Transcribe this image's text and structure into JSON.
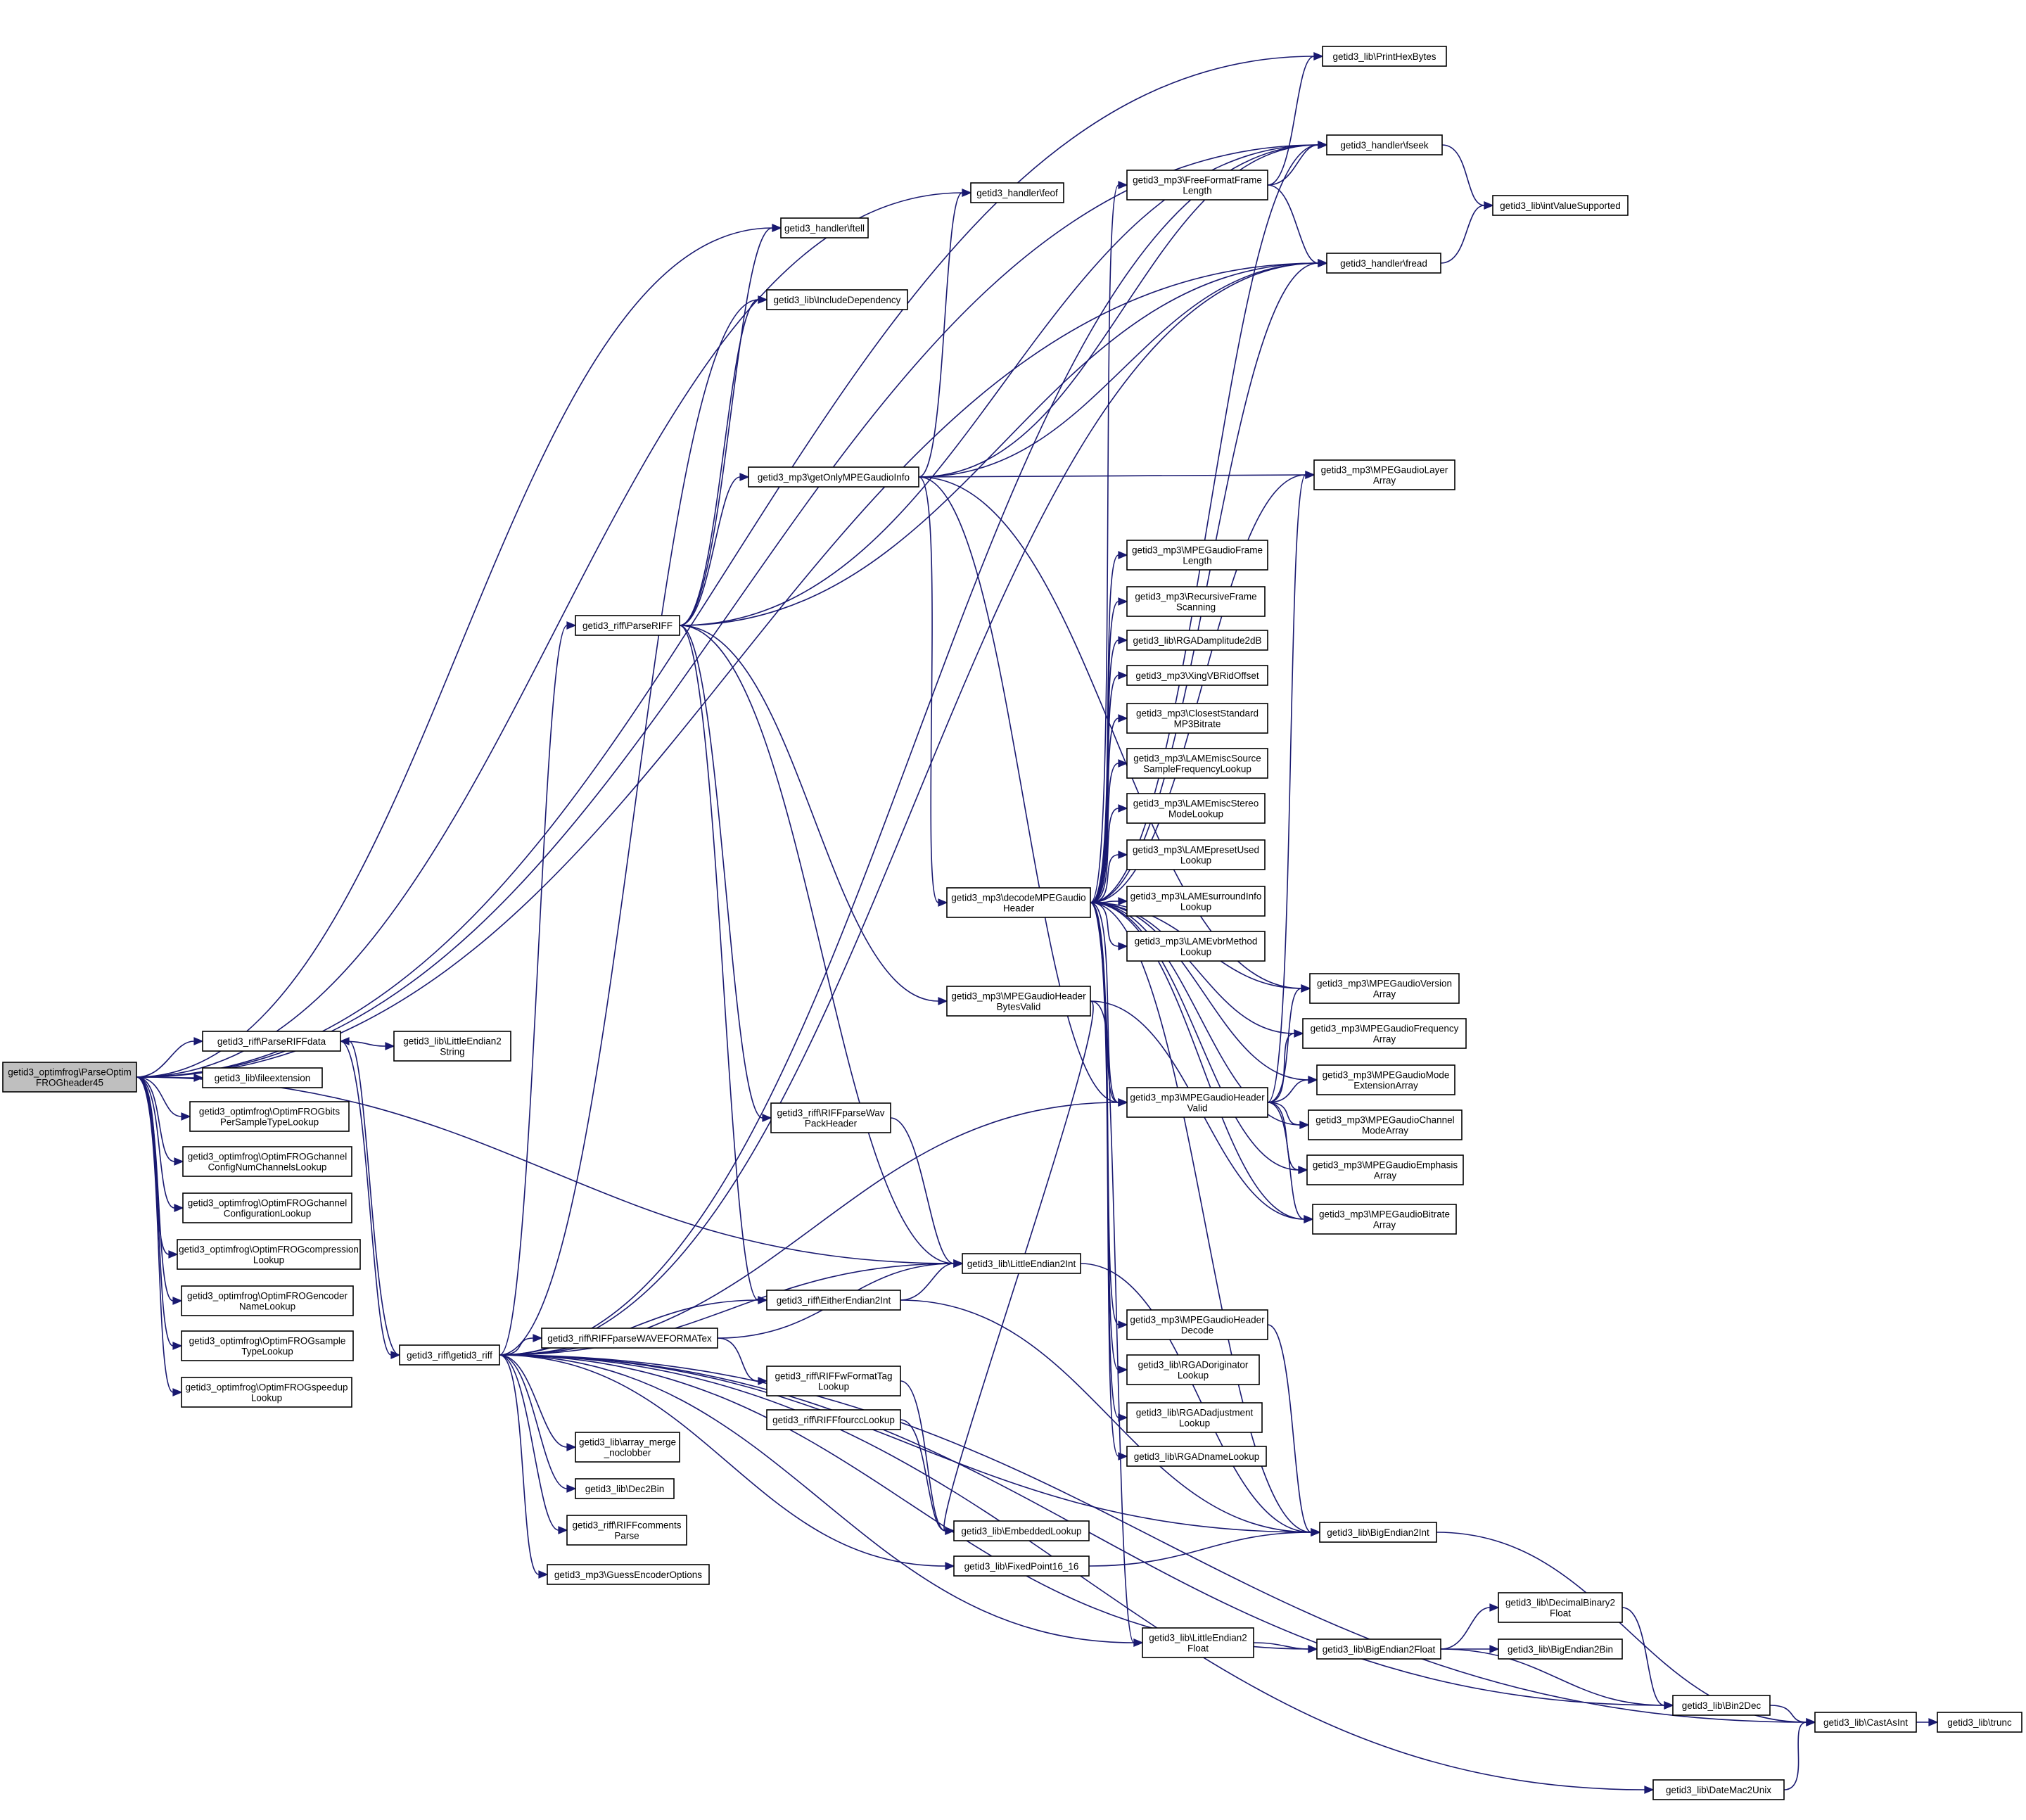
{
  "diagram": {
    "type": "call-graph",
    "nodes": [
      {
        "id": "n0",
        "lines": [
          "getid3_optimfrog\\ParseOptim",
          "FROGheader45"
        ],
        "root": true
      },
      {
        "id": "n1",
        "lines": [
          "getid3_riff\\ParseRIFFdata"
        ]
      },
      {
        "id": "n2",
        "lines": [
          "getid3_lib\\fileextension"
        ]
      },
      {
        "id": "n3",
        "lines": [
          "getid3_optimfrog\\OptimFROGbits",
          "PerSampleTypeLookup"
        ]
      },
      {
        "id": "n4",
        "lines": [
          "getid3_optimfrog\\OptimFROGchannel",
          "ConfigNumChannelsLookup"
        ]
      },
      {
        "id": "n5",
        "lines": [
          "getid3_optimfrog\\OptimFROGchannel",
          "ConfigurationLookup"
        ]
      },
      {
        "id": "n6",
        "lines": [
          "getid3_optimfrog\\OptimFROGcompression",
          "Lookup"
        ]
      },
      {
        "id": "n7",
        "lines": [
          "getid3_optimfrog\\OptimFROGencoder",
          "NameLookup"
        ]
      },
      {
        "id": "n8",
        "lines": [
          "getid3_optimfrog\\OptimFROGsample",
          "TypeLookup"
        ]
      },
      {
        "id": "n9",
        "lines": [
          "getid3_optimfrog\\OptimFROGspeedup",
          "Lookup"
        ]
      },
      {
        "id": "n10",
        "lines": [
          "getid3_lib\\LittleEndian2",
          "String"
        ]
      },
      {
        "id": "n11",
        "lines": [
          "getid3_riff\\getid3_riff"
        ]
      },
      {
        "id": "n12",
        "lines": [
          "getid3_riff\\ParseRIFF"
        ]
      },
      {
        "id": "n13",
        "lines": [
          "getid3_riff\\RIFFparseWAVEFORMATex"
        ]
      },
      {
        "id": "n14",
        "lines": [
          "getid3_lib\\array_merge",
          "_noclobber"
        ]
      },
      {
        "id": "n15",
        "lines": [
          "getid3_lib\\Dec2Bin"
        ]
      },
      {
        "id": "n16",
        "lines": [
          "getid3_riff\\RIFFcomments",
          "Parse"
        ]
      },
      {
        "id": "n17",
        "lines": [
          "getid3_mp3\\GuessEncoderOptions"
        ]
      },
      {
        "id": "n18",
        "lines": [
          "getid3_handler\\ftell"
        ]
      },
      {
        "id": "n19",
        "lines": [
          "getid3_lib\\IncludeDependency"
        ]
      },
      {
        "id": "n20",
        "lines": [
          "getid3_mp3\\getOnlyMPEGaudioInfo"
        ]
      },
      {
        "id": "n21",
        "lines": [
          "getid3_riff\\RIFFparseWav",
          "PackHeader"
        ]
      },
      {
        "id": "n22",
        "lines": [
          "getid3_riff\\EitherEndian2Int"
        ]
      },
      {
        "id": "n23",
        "lines": [
          "getid3_riff\\RIFFwFormatTag",
          "Lookup"
        ]
      },
      {
        "id": "n24",
        "lines": [
          "getid3_riff\\RIFFfourccLookup"
        ]
      },
      {
        "id": "n25",
        "lines": [
          "getid3_handler\\feof"
        ]
      },
      {
        "id": "n26",
        "lines": [
          "getid3_mp3\\decodeMPEGaudio",
          "Header"
        ]
      },
      {
        "id": "n27",
        "lines": [
          "getid3_mp3\\MPEGaudioHeader",
          "BytesValid"
        ]
      },
      {
        "id": "n28",
        "lines": [
          "getid3_lib\\LittleEndian2Int"
        ]
      },
      {
        "id": "n29",
        "lines": [
          "getid3_lib\\EmbeddedLookup"
        ]
      },
      {
        "id": "n30",
        "lines": [
          "getid3_lib\\FixedPoint16_16"
        ]
      },
      {
        "id": "n31",
        "lines": [
          "getid3_mp3\\FreeFormatFrame",
          "Length"
        ]
      },
      {
        "id": "n32",
        "lines": [
          "getid3_mp3\\MPEGaudioFrame",
          "Length"
        ]
      },
      {
        "id": "n33",
        "lines": [
          "getid3_mp3\\RecursiveFrame",
          "Scanning"
        ]
      },
      {
        "id": "n34",
        "lines": [
          "getid3_lib\\RGADamplitude2dB"
        ]
      },
      {
        "id": "n35",
        "lines": [
          "getid3_mp3\\XingVBRidOffset"
        ]
      },
      {
        "id": "n36",
        "lines": [
          "getid3_mp3\\ClosestStandard",
          "MP3Bitrate"
        ]
      },
      {
        "id": "n37",
        "lines": [
          "getid3_mp3\\LAMEmiscSource",
          "SampleFrequencyLookup"
        ]
      },
      {
        "id": "n38",
        "lines": [
          "getid3_mp3\\LAMEmiscStereo",
          "ModeLookup"
        ]
      },
      {
        "id": "n39",
        "lines": [
          "getid3_mp3\\LAMEpresetUsed",
          "Lookup"
        ]
      },
      {
        "id": "n40",
        "lines": [
          "getid3_mp3\\LAMEsurroundInfo",
          "Lookup"
        ]
      },
      {
        "id": "n41",
        "lines": [
          "getid3_mp3\\LAMEvbrMethod",
          "Lookup"
        ]
      },
      {
        "id": "n42",
        "lines": [
          "getid3_mp3\\MPEGaudioHeader",
          "Valid"
        ]
      },
      {
        "id": "n43",
        "lines": [
          "getid3_mp3\\MPEGaudioHeader",
          "Decode"
        ]
      },
      {
        "id": "n44",
        "lines": [
          "getid3_lib\\RGADoriginator",
          "Lookup"
        ]
      },
      {
        "id": "n45",
        "lines": [
          "getid3_lib\\RGADadjustment",
          "Lookup"
        ]
      },
      {
        "id": "n46",
        "lines": [
          "getid3_lib\\RGADnameLookup"
        ]
      },
      {
        "id": "n47",
        "lines": [
          "getid3_lib\\LittleEndian2",
          "Float"
        ]
      },
      {
        "id": "n48",
        "lines": [
          "getid3_lib\\PrintHexBytes"
        ]
      },
      {
        "id": "n49",
        "lines": [
          "getid3_handler\\fseek"
        ]
      },
      {
        "id": "n50",
        "lines": [
          "getid3_handler\\fread"
        ]
      },
      {
        "id": "n51",
        "lines": [
          "getid3_mp3\\MPEGaudioLayer",
          "Array"
        ]
      },
      {
        "id": "n52",
        "lines": [
          "getid3_mp3\\MPEGaudioVersion",
          "Array"
        ]
      },
      {
        "id": "n53",
        "lines": [
          "getid3_mp3\\MPEGaudioFrequency",
          "Array"
        ]
      },
      {
        "id": "n54",
        "lines": [
          "getid3_mp3\\MPEGaudioMode",
          "ExtensionArray"
        ]
      },
      {
        "id": "n55",
        "lines": [
          "getid3_mp3\\MPEGaudioChannel",
          "ModeArray"
        ]
      },
      {
        "id": "n56",
        "lines": [
          "getid3_mp3\\MPEGaudioEmphasis",
          "Array"
        ]
      },
      {
        "id": "n57",
        "lines": [
          "getid3_mp3\\MPEGaudioBitrate",
          "Array"
        ]
      },
      {
        "id": "n58",
        "lines": [
          "getid3_lib\\BigEndian2Int"
        ]
      },
      {
        "id": "n59",
        "lines": [
          "getid3_lib\\BigEndian2Float"
        ]
      },
      {
        "id": "n60",
        "lines": [
          "getid3_lib\\DecimalBinary2",
          "Float"
        ]
      },
      {
        "id": "n61",
        "lines": [
          "getid3_lib\\BigEndian2Bin"
        ]
      },
      {
        "id": "n62",
        "lines": [
          "getid3_lib\\Bin2Dec"
        ]
      },
      {
        "id": "n63",
        "lines": [
          "getid3_lib\\DateMac2Unix"
        ]
      },
      {
        "id": "n64",
        "lines": [
          "getid3_lib\\intValueSupported"
        ]
      },
      {
        "id": "n65",
        "lines": [
          "getid3_lib\\CastAsInt"
        ]
      },
      {
        "id": "n66",
        "lines": [
          "getid3_lib\\trunc"
        ]
      }
    ],
    "edges": [
      [
        "n0",
        "n1"
      ],
      [
        "n0",
        "n2"
      ],
      [
        "n0",
        "n3"
      ],
      [
        "n0",
        "n4"
      ],
      [
        "n0",
        "n5"
      ],
      [
        "n0",
        "n6"
      ],
      [
        "n0",
        "n7"
      ],
      [
        "n0",
        "n8"
      ],
      [
        "n0",
        "n9"
      ],
      [
        "n0",
        "n48"
      ],
      [
        "n0",
        "n49"
      ],
      [
        "n0",
        "n25"
      ],
      [
        "n0",
        "n18"
      ],
      [
        "n0",
        "n50"
      ],
      [
        "n0",
        "n28"
      ],
      [
        "n1",
        "n10"
      ],
      [
        "n1",
        "n11"
      ],
      [
        "n11",
        "n1"
      ],
      [
        "n11",
        "n12"
      ],
      [
        "n11",
        "n13"
      ],
      [
        "n11",
        "n14"
      ],
      [
        "n11",
        "n15"
      ],
      [
        "n11",
        "n16"
      ],
      [
        "n11",
        "n17"
      ],
      [
        "n11",
        "n19"
      ],
      [
        "n11",
        "n49"
      ],
      [
        "n11",
        "n50"
      ],
      [
        "n11",
        "n28"
      ],
      [
        "n11",
        "n22"
      ],
      [
        "n11",
        "n30"
      ],
      [
        "n11",
        "n58"
      ],
      [
        "n11",
        "n47"
      ],
      [
        "n11",
        "n59"
      ],
      [
        "n11",
        "n62"
      ],
      [
        "n11",
        "n65"
      ],
      [
        "n11",
        "n63"
      ],
      [
        "n11",
        "n42"
      ],
      [
        "n12",
        "n18"
      ],
      [
        "n12",
        "n19"
      ],
      [
        "n12",
        "n20"
      ],
      [
        "n12",
        "n21"
      ],
      [
        "n12",
        "n22"
      ],
      [
        "n12",
        "n27"
      ],
      [
        "n12",
        "n28"
      ],
      [
        "n12",
        "n49"
      ],
      [
        "n12",
        "n50"
      ],
      [
        "n13",
        "n23"
      ],
      [
        "n13",
        "n28"
      ],
      [
        "n20",
        "n25"
      ],
      [
        "n20",
        "n49"
      ],
      [
        "n20",
        "n50"
      ],
      [
        "n20",
        "n26"
      ],
      [
        "n20",
        "n51"
      ],
      [
        "n20",
        "n52"
      ],
      [
        "n20",
        "n42"
      ],
      [
        "n21",
        "n28"
      ],
      [
        "n22",
        "n28"
      ],
      [
        "n22",
        "n58"
      ],
      [
        "n23",
        "n29"
      ],
      [
        "n24",
        "n29"
      ],
      [
        "n26",
        "n31"
      ],
      [
        "n26",
        "n32"
      ],
      [
        "n26",
        "n33"
      ],
      [
        "n26",
        "n34"
      ],
      [
        "n26",
        "n35"
      ],
      [
        "n26",
        "n36"
      ],
      [
        "n26",
        "n37"
      ],
      [
        "n26",
        "n38"
      ],
      [
        "n26",
        "n39"
      ],
      [
        "n26",
        "n40"
      ],
      [
        "n26",
        "n41"
      ],
      [
        "n26",
        "n42"
      ],
      [
        "n26",
        "n43"
      ],
      [
        "n26",
        "n44"
      ],
      [
        "n26",
        "n45"
      ],
      [
        "n26",
        "n46"
      ],
      [
        "n26",
        "n47"
      ],
      [
        "n26",
        "n49"
      ],
      [
        "n26",
        "n50"
      ],
      [
        "n26",
        "n51"
      ],
      [
        "n26",
        "n52"
      ],
      [
        "n26",
        "n53"
      ],
      [
        "n26",
        "n54"
      ],
      [
        "n26",
        "n55"
      ],
      [
        "n26",
        "n56"
      ],
      [
        "n26",
        "n57"
      ],
      [
        "n26",
        "n58"
      ],
      [
        "n27",
        "n42"
      ],
      [
        "n27",
        "n57"
      ],
      [
        "n27",
        "n29"
      ],
      [
        "n28",
        "n58"
      ],
      [
        "n30",
        "n58"
      ],
      [
        "n31",
        "n48"
      ],
      [
        "n31",
        "n49"
      ],
      [
        "n31",
        "n50"
      ],
      [
        "n42",
        "n51"
      ],
      [
        "n42",
        "n52"
      ],
      [
        "n42",
        "n53"
      ],
      [
        "n42",
        "n54"
      ],
      [
        "n42",
        "n55"
      ],
      [
        "n42",
        "n56"
      ],
      [
        "n42",
        "n57"
      ],
      [
        "n43",
        "n58"
      ],
      [
        "n47",
        "n59"
      ],
      [
        "n49",
        "n64"
      ],
      [
        "n50",
        "n64"
      ],
      [
        "n58",
        "n65"
      ],
      [
        "n59",
        "n60"
      ],
      [
        "n59",
        "n61"
      ],
      [
        "n59",
        "n62"
      ],
      [
        "n60",
        "n62"
      ],
      [
        "n62",
        "n65"
      ],
      [
        "n63",
        "n65"
      ],
      [
        "n65",
        "n66"
      ]
    ]
  }
}
